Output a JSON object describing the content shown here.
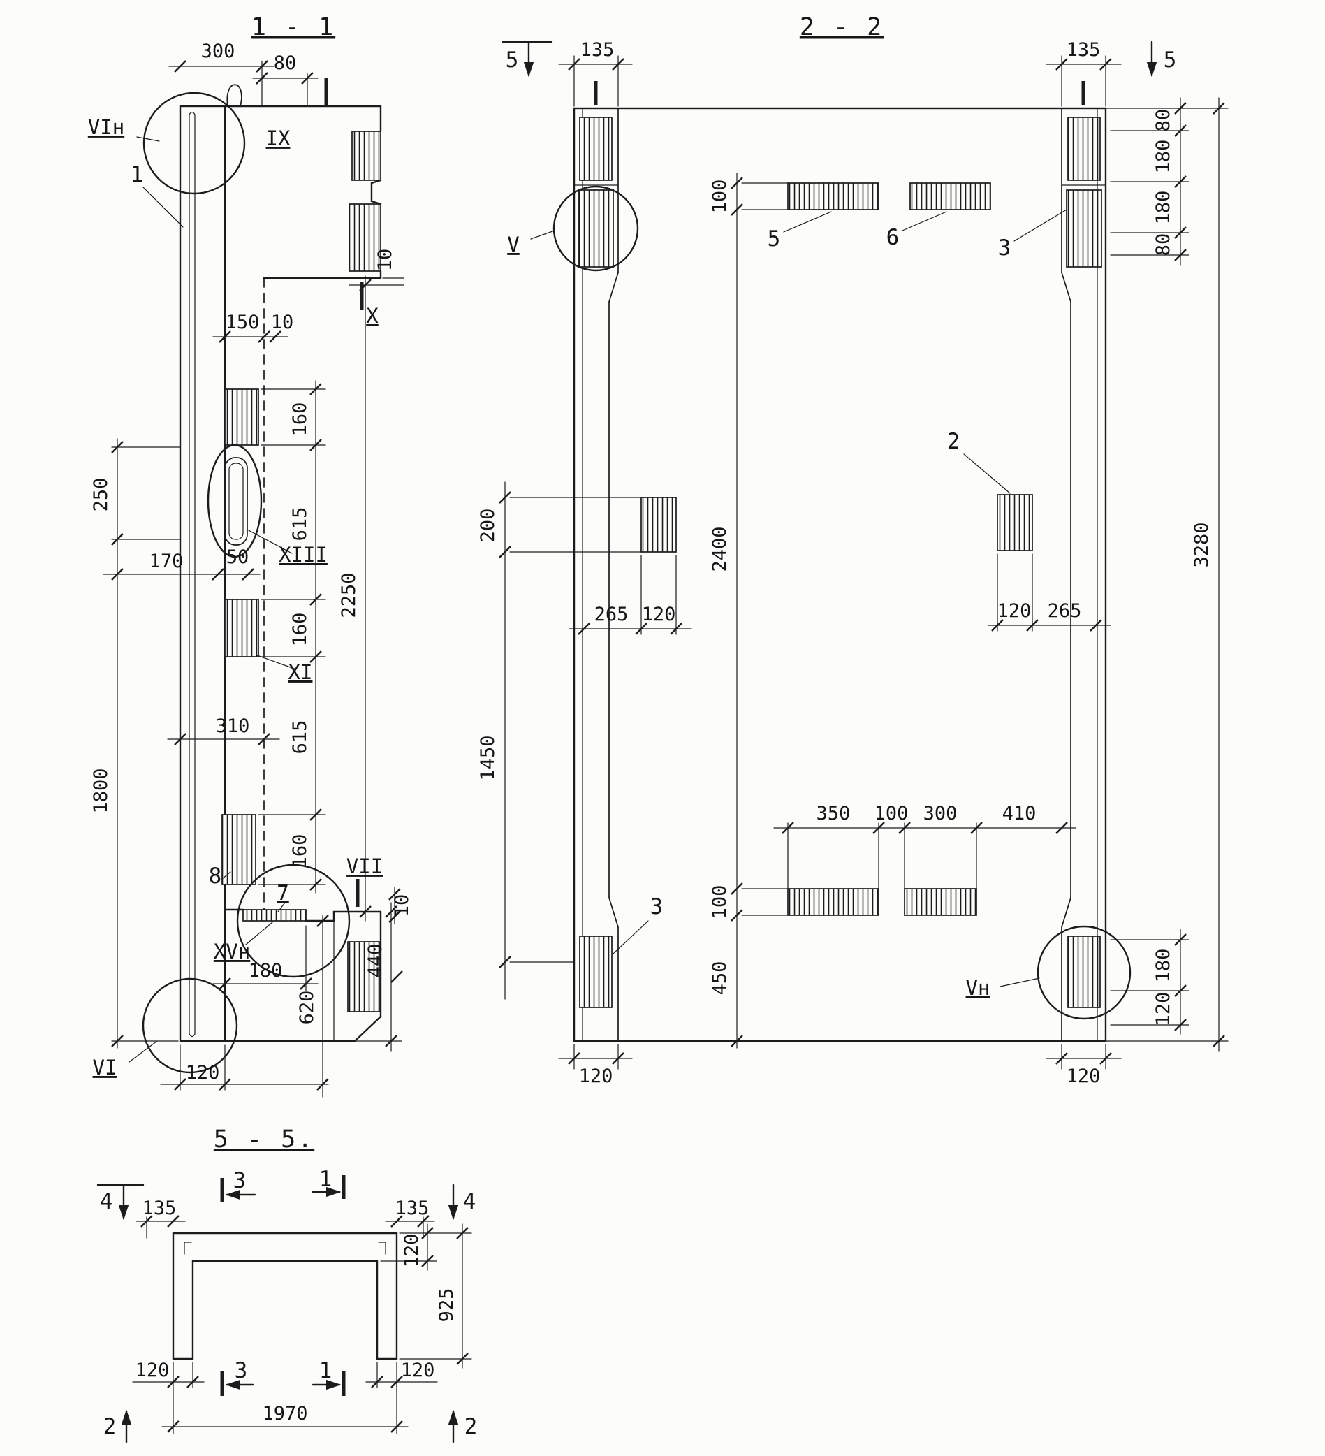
{
  "section11": {
    "title": "1 - 1",
    "labels": {
      "vi_n": "VIн",
      "ix": "IX",
      "x": "X",
      "xiii": "XIII",
      "xi": "XI",
      "vii": "VII",
      "xv_n": "XVн",
      "vi": "VI",
      "n1": "1",
      "n7": "7",
      "n8": "8"
    },
    "dims": {
      "d300": "300",
      "d80": "80",
      "d10a": "10",
      "d150": "150",
      "d10b": "10",
      "d160a": "160",
      "d250": "250",
      "d615a": "615",
      "d2250": "2250",
      "d170": "170",
      "d50": "50",
      "d160b": "160",
      "d310": "310",
      "d615b": "615",
      "d1800": "1800",
      "d160c": "160",
      "d10c": "10",
      "d180": "180",
      "d440": "440",
      "d620": "620",
      "d120": "120"
    }
  },
  "section22": {
    "title": "2 - 2",
    "labels": {
      "v": "V",
      "v_n": "Vн",
      "n2": "2",
      "n3a": "3",
      "n3b": "3",
      "n5": "5",
      "n6": "6",
      "cut5l": "5",
      "cut5r": "5"
    },
    "dims": {
      "d135l": "135",
      "d135r": "135",
      "d80a": "80",
      "d180a": "180",
      "d180b": "180",
      "d80b": "80",
      "d100a": "100",
      "d3280": "3280",
      "d200": "200",
      "d2400": "2400",
      "d265l": "265",
      "d120ml": "120",
      "d120mr": "120",
      "d265r": "265",
      "d1450": "1450",
      "d350": "350",
      "d100b": "100",
      "d300": "300",
      "d410": "410",
      "d100c": "100",
      "d450": "450",
      "d180c": "180",
      "d120r": "120",
      "d120bl": "120",
      "d120br": "120"
    }
  },
  "section55": {
    "title": "5 - 5.",
    "labels": {
      "cut4l": "4",
      "cut4r": "4",
      "cut3t": "3",
      "cut1t": "1",
      "cut3b": "3",
      "cut1b": "1",
      "cut2l": "2",
      "cut2r": "2"
    },
    "dims": {
      "d135l": "135",
      "d135r": "135",
      "d120f": "120",
      "d925": "925",
      "d120bl": "120",
      "d120br": "120",
      "d1970": "1970"
    }
  }
}
